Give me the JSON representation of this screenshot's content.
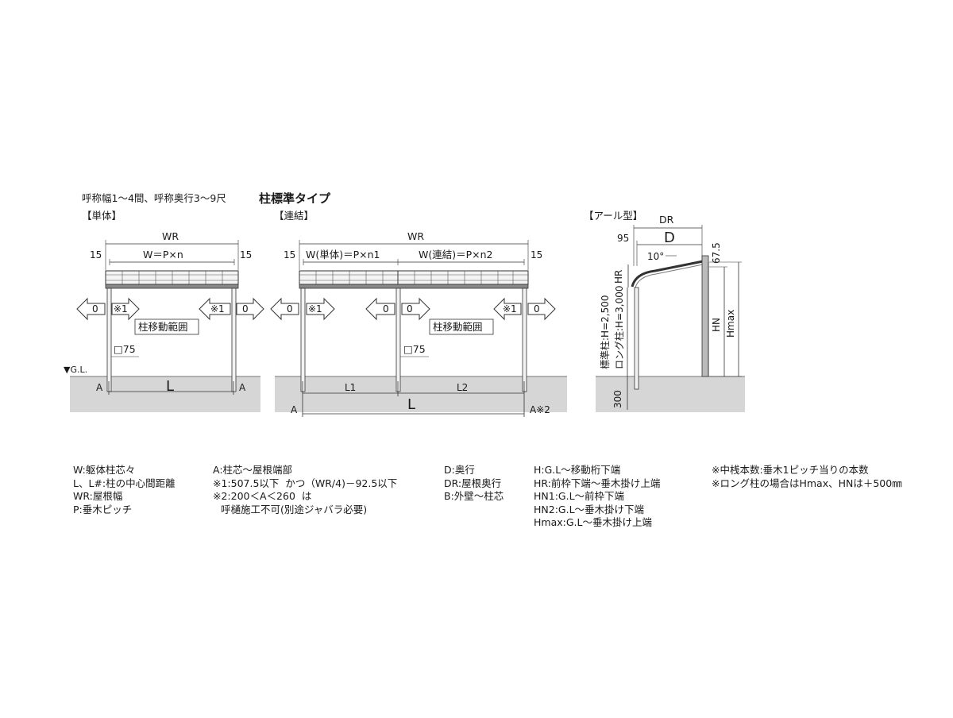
{
  "header": {
    "subtitle": "呼称幅1～4間、呼称奥行3～9尺",
    "title": "柱標準タイプ"
  },
  "single": {
    "section_label": "【単体】",
    "wr": "WR",
    "edge_left": "15",
    "edge_right": "15",
    "w_formula": "W＝P×n",
    "arrow_zero_left": "0",
    "arrow_note_left": "※1",
    "arrow_note_right": "※1",
    "arrow_zero_right": "0",
    "range_label": "柱移動範囲",
    "post_size": "□75",
    "gl_label": "▼G.L.",
    "a_left": "A",
    "a_right": "A",
    "span": "L"
  },
  "linked": {
    "section_label": "【連結】",
    "wr": "WR",
    "edge_left": "15",
    "edge_right": "15",
    "w_single_formula": "W(単体)＝P×n1",
    "w_linked_formula": "W(連結)＝P×n2",
    "arrow_zero_left": "0",
    "arrow_note_left": "※1",
    "arrow_zero_mid": "0",
    "arrow_zero_mid2": "0",
    "arrow_note_right": "※1",
    "arrow_zero_right": "0",
    "range_label": "柱移動範囲",
    "post_size": "□75",
    "span1": "L1",
    "span2": "L2",
    "span_total": "L",
    "a_left": "A",
    "a_right": "A※2"
  },
  "side": {
    "section_label": "【アール型】",
    "dr": "DR",
    "d": "D",
    "offset_95": "95",
    "angle": "10°",
    "gap_67": "67.5",
    "hr": "HR",
    "hn": "HN",
    "hmax": "Hmax",
    "post_std": "標準柱:H=2,500",
    "post_long": "ロング柱:H=3,000",
    "depth_300": "300"
  },
  "legend": {
    "col1": [
      "W:躯体柱芯々",
      "L、L#:柱の中心間距離",
      "WR:屋根幅",
      "P:垂木ピッチ"
    ],
    "col2": [
      "A:柱芯～屋根端部",
      "※1:507.5以下  かつ（WR/4)－92.5以下",
      "※2:200＜A＜260  は",
      "呼樋施工不可(別途ジャバラ必要)"
    ],
    "col3": [
      "D:奥行",
      "DR:屋根奥行",
      "B:外壁～柱芯"
    ],
    "col4": [
      "H:G.L～移動桁下端",
      "HR:前枠下端～垂木掛け上端",
      "HN1:G.L～前枠下端",
      "HN2:G.L～垂木掛け下端",
      "Hmax:G.L～垂木掛け上端"
    ],
    "col5": [
      "※中桟本数:垂木1ピッチ当りの本数",
      "※ロング柱の場合はHmax、HNは＋500㎜"
    ]
  }
}
